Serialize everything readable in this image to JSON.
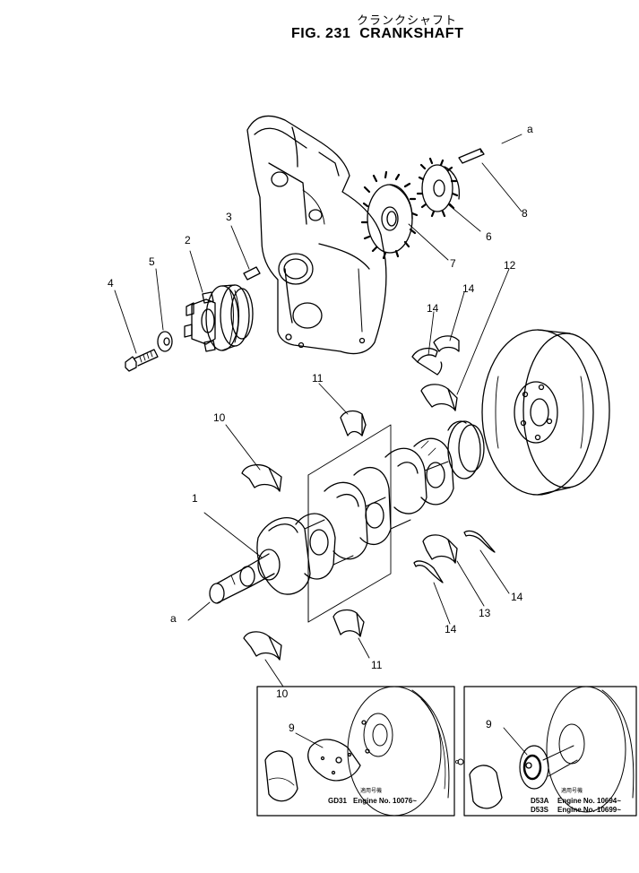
{
  "title": {
    "japanese": "クランクシャフト",
    "figure": "FIG. 231",
    "name": "CRANKSHAFT"
  },
  "callouts": [
    {
      "id": "c1",
      "label": "1"
    },
    {
      "id": "c2",
      "label": "2"
    },
    {
      "id": "c3",
      "label": "3"
    },
    {
      "id": "c4",
      "label": "4"
    },
    {
      "id": "c5",
      "label": "5"
    },
    {
      "id": "c6",
      "label": "6"
    },
    {
      "id": "c7",
      "label": "7"
    },
    {
      "id": "c8",
      "label": "8"
    },
    {
      "id": "c10a",
      "label": "10"
    },
    {
      "id": "c10b",
      "label": "10"
    },
    {
      "id": "c11a",
      "label": "11"
    },
    {
      "id": "c11b",
      "label": "11"
    },
    {
      "id": "c12",
      "label": "12"
    },
    {
      "id": "c13",
      "label": "13"
    },
    {
      "id": "c14a",
      "label": "14"
    },
    {
      "id": "c14b",
      "label": "14"
    },
    {
      "id": "c14c",
      "label": "14"
    },
    {
      "id": "c14d",
      "label": "14"
    },
    {
      "id": "ca1",
      "label": "a"
    },
    {
      "id": "ca2",
      "label": "a"
    },
    {
      "id": "c9a",
      "label": "9"
    },
    {
      "id": "c9b",
      "label": "9"
    }
  ],
  "insets": {
    "left": {
      "applicability_jp": "適用号機",
      "model": "GD31",
      "engine_line": "Engine No. 10076~"
    },
    "right": {
      "applicability_jp": "適用号機",
      "model_1": "D53A",
      "engine_line_1": "Engine No. 10694~",
      "model_2": "D53S",
      "engine_line_2": "Engine No. 10699~"
    }
  }
}
